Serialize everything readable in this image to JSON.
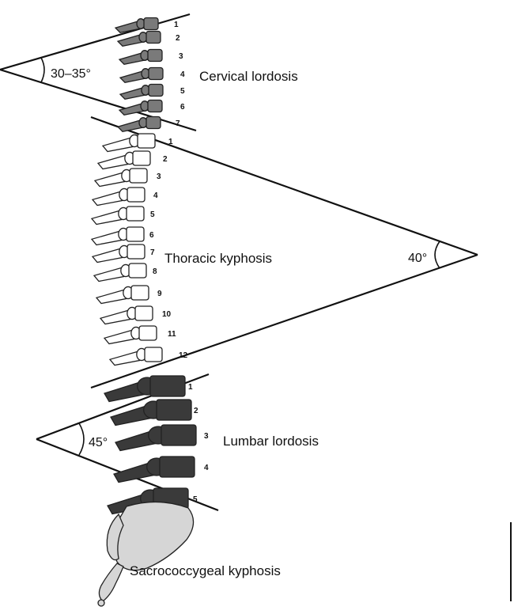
{
  "regions": {
    "cervical": {
      "label": "Cervical lordosis",
      "angle": "30–35°",
      "vertebrae": [
        "1",
        "2",
        "3",
        "4",
        "5",
        "6",
        "7"
      ],
      "fill": "#7a7a7a"
    },
    "thoracic": {
      "label": "Thoracic kyphosis",
      "angle": "40°",
      "vertebrae": [
        "1",
        "2",
        "3",
        "4",
        "5",
        "6",
        "7",
        "8",
        "9",
        "10",
        "11",
        "12"
      ],
      "fill": "#ffffff"
    },
    "lumbar": {
      "label": "Lumbar lordosis",
      "angle": "45°",
      "vertebrae": [
        "1",
        "2",
        "3",
        "4",
        "5"
      ],
      "fill": "#3a3a3a"
    },
    "sacral": {
      "label": "Sacrococcygeal kyphosis",
      "fill": "#d6d6d6"
    }
  }
}
